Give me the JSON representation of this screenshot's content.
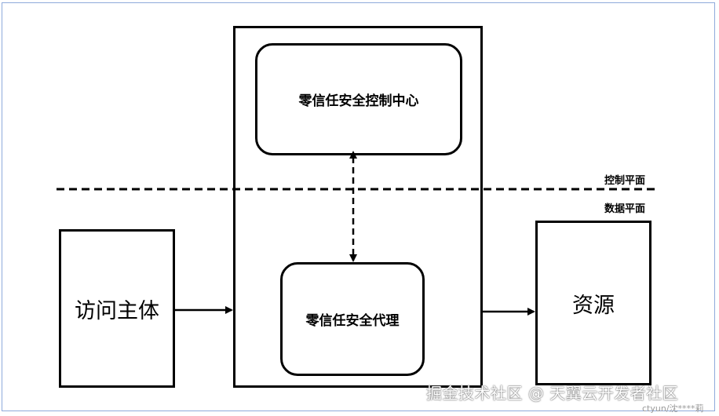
{
  "diagram": {
    "nodes": {
      "control_center": "零信任安全控制中心",
      "proxy": "零信任安全代理",
      "subject": "访问主体",
      "resource": "资源"
    },
    "planes": {
      "control": "控制平面",
      "data": "数据平面"
    },
    "edges": [
      {
        "from": "subject",
        "to": "proxy",
        "style": "solid-arrow"
      },
      {
        "from": "proxy",
        "to": "resource",
        "style": "solid-arrow"
      },
      {
        "from": "control_center",
        "to": "proxy",
        "style": "dashed-double-arrow"
      }
    ]
  },
  "watermark": "掘金技术社区 @ 天翼云开发者社区",
  "credit": "ctyun/沈****莉"
}
